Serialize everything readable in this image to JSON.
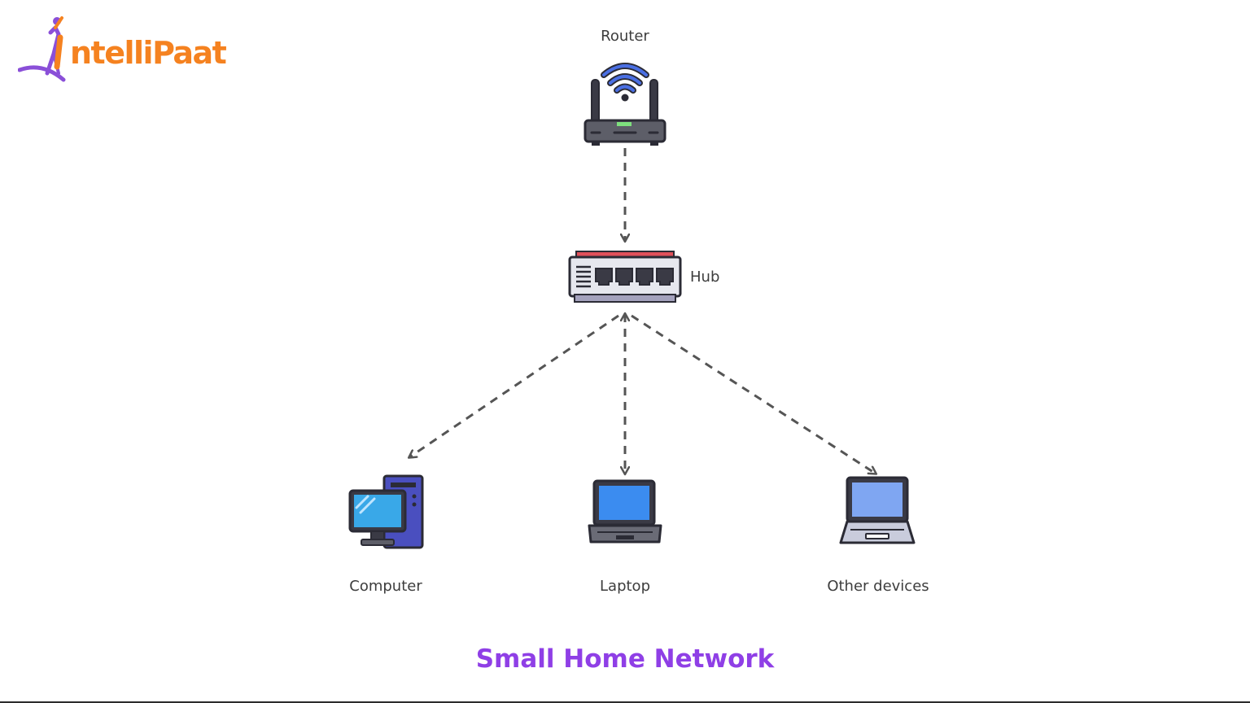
{
  "brand": {
    "logo_text": "ntelliPaat",
    "logo_color": "#f58220",
    "figure_color": "#8a4fd8"
  },
  "nodes": {
    "router": {
      "label": "Router",
      "icon": "wifi-router-icon"
    },
    "hub": {
      "label": "Hub",
      "icon": "network-hub-icon"
    },
    "computer": {
      "label": "Computer",
      "icon": "desktop-computer-icon"
    },
    "laptop": {
      "label": "Laptop",
      "icon": "laptop-icon"
    },
    "other": {
      "label": "Other devices",
      "icon": "laptop-icon"
    }
  },
  "connections": [
    {
      "from": "router",
      "to": "hub"
    },
    {
      "from": "hub",
      "to": "computer"
    },
    {
      "from": "hub",
      "to": "laptop"
    },
    {
      "from": "hub",
      "to": "other"
    }
  ],
  "caption": {
    "text": "Small Home Network",
    "color": "#8f3fe6"
  },
  "colors": {
    "edge": "#555555",
    "outline": "#2b2b35",
    "screen": "#3b8cf0",
    "hub_accent": "#e0505a",
    "label": "#3d3d3d"
  }
}
